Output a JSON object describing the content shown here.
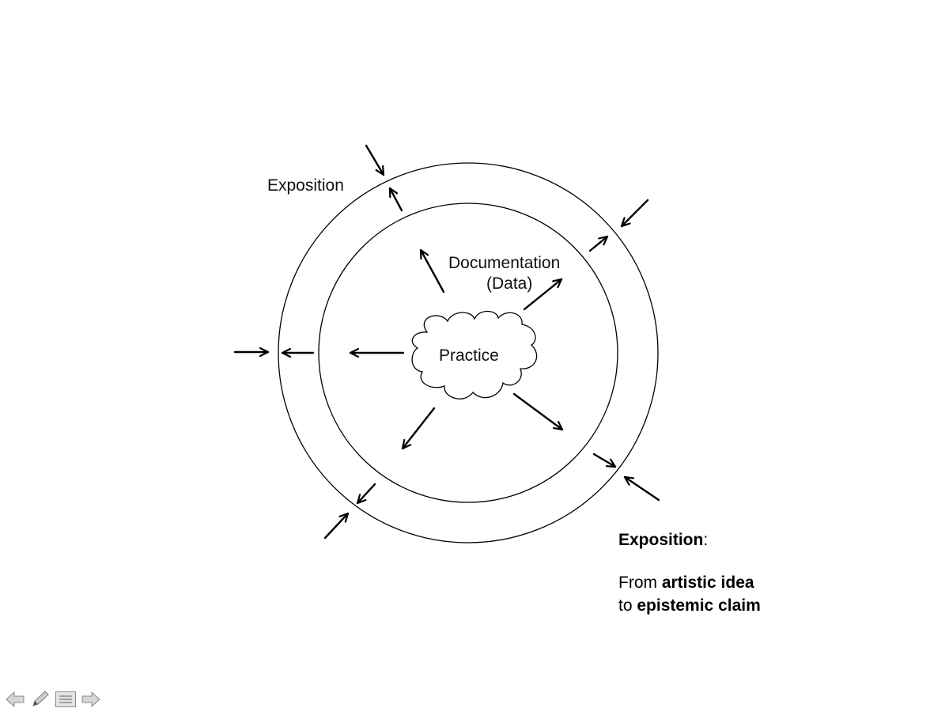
{
  "diagram": {
    "labels": {
      "exposition": "Exposition",
      "documentation": "Documentation",
      "data": "(Data)",
      "practice": "Practice"
    }
  },
  "caption": {
    "title": "Exposition",
    "title_suffix": ":",
    "line2_prefix": "From ",
    "line2_bold": "artistic idea",
    "line3_prefix": "to ",
    "line3_bold": "epistemic claim"
  },
  "toolbar": {
    "icons": [
      "arrow-left-icon",
      "pencil-icon",
      "list-icon",
      "arrow-right-icon"
    ]
  }
}
